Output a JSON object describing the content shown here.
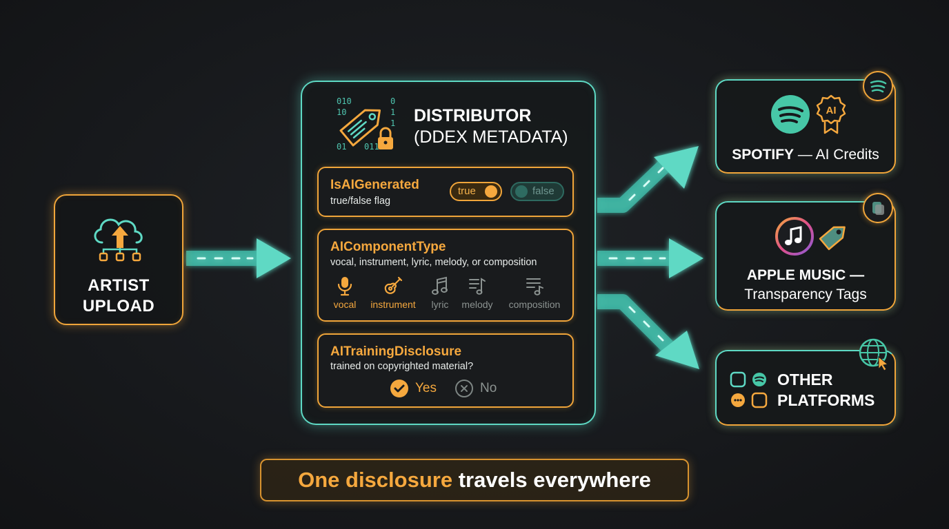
{
  "artist": {
    "label_line1": "ARTIST",
    "label_line2": "UPLOAD"
  },
  "distributor": {
    "title_line1": "DISTRIBUTOR",
    "title_line2": "(DDEX METADATA)",
    "icon_bits": [
      "010",
      "10",
      "0",
      "1",
      "01",
      "011",
      "1"
    ],
    "fields": {
      "ai_generated": {
        "name": "IsAIGenerated",
        "description": "true/false flag",
        "true_label": "true",
        "false_label": "false",
        "selected": "true"
      },
      "component_type": {
        "name": "AIComponentType",
        "description": "vocal, instrument, lyric, melody, or composition",
        "options": [
          {
            "label": "vocal",
            "icon": "microphone-icon",
            "active": true
          },
          {
            "label": "instrument",
            "icon": "guitar-icon",
            "active": true
          },
          {
            "label": "lyric",
            "icon": "music-note-icon",
            "active": false
          },
          {
            "label": "melody",
            "icon": "melody-icon",
            "active": false
          },
          {
            "label": "composition",
            "icon": "composition-icon",
            "active": false
          }
        ]
      },
      "training_disclosure": {
        "name": "AITrainingDisclosure",
        "description": "trained on copyrighted material?",
        "yes_label": "Yes",
        "no_label": "No",
        "selected": "Yes"
      }
    }
  },
  "platforms": {
    "spotify": {
      "name": "SPOTIFY",
      "feature": " — AI Credits",
      "badge_text": "AI"
    },
    "apple": {
      "name": "APPLE MUSIC —",
      "feature": "Transparency Tags"
    },
    "other": {
      "line1": "OTHER",
      "line2": "PLATFORMS"
    }
  },
  "banner": {
    "highlight": "One disclosure",
    "rest": " travels everywhere"
  },
  "colors": {
    "amber": "#f5a83e",
    "teal": "#5ed9c4",
    "spotify_green": "#47c7a7",
    "background": "#17191c"
  }
}
